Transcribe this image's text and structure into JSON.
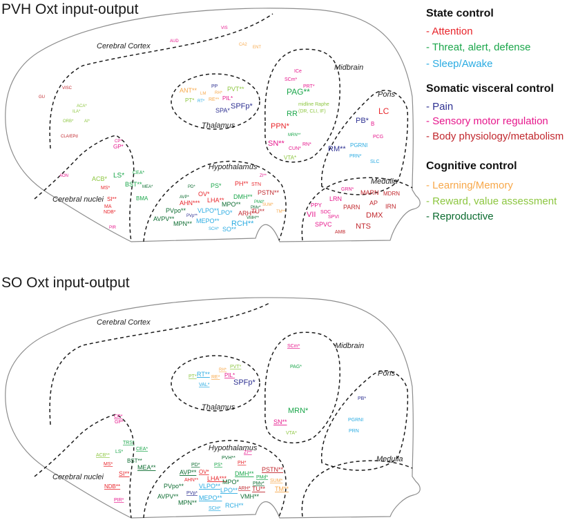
{
  "colors": {
    "attention": "#e8242a",
    "threat": "#1aa64a",
    "sleep": "#29abe2",
    "pain": "#2e3192",
    "sensory": "#e6178c",
    "body": "#c1272d",
    "learning": "#f7a84a",
    "reward": "#8cc63f",
    "reproductive": "#0b6b2f",
    "outline": "#8c8c8c",
    "dash": "#1a1a1a"
  },
  "panels": {
    "pvh": {
      "title": "PVH Oxt input-output"
    },
    "so": {
      "title": "SO Oxt input-output"
    }
  },
  "regions": {
    "cortex": "Cerebral Cortex",
    "midbrain": "Midbrain",
    "pons": "Pons",
    "thalamus": "Thalamus",
    "hypothalamus": "Hypothalamus",
    "medulla": "Medulla",
    "cerebral_nuclei": "Cerebral nuclei"
  },
  "legend": {
    "state_header": "State control",
    "attention": "- Attention",
    "threat": "- Threat, alert, defense",
    "sleep": "- Sleep/Awake",
    "somatic_header": "Somatic visceral control",
    "pain": "- Pain",
    "sensory": "- Sensory motor regulation",
    "body": "- Body physiology/metabolism",
    "cognitive_header": "Cognitive control",
    "learning": "- Learning/Memory",
    "reward": "- Reward, value assessment",
    "reproductive": "- Reproductive"
  },
  "pvh_labels": {
    "VIS": {
      "t": "VIS",
      "c": "sensory"
    },
    "AUD": {
      "t": "AUD",
      "c": "sensory"
    },
    "CA2": {
      "t": "CA2",
      "c": "learning"
    },
    "ENT": {
      "t": "ENT",
      "c": "learning"
    },
    "VISC": {
      "t": "VISC",
      "c": "body"
    },
    "GU": {
      "t": "GU",
      "c": "body"
    },
    "ACA": {
      "t": "ACA*",
      "c": "reward"
    },
    "ILA": {
      "t": "ILA*",
      "c": "reward"
    },
    "ORB": {
      "t": "ORB*",
      "c": "reward"
    },
    "AI": {
      "t": "AI*",
      "c": "reward"
    },
    "CLA": {
      "t": "CLA/EPd",
      "c": "body"
    },
    "ANT": {
      "t": "ANT**",
      "c": "learning"
    },
    "LM": {
      "t": "LM",
      "c": "learning"
    },
    "RH": {
      "t": "RH*",
      "c": "learning"
    },
    "PVT": {
      "t": "PVT**",
      "c": "reward"
    },
    "PP": {
      "t": "PP",
      "c": "pain"
    },
    "PT": {
      "t": "PT*",
      "c": "reward"
    },
    "RT": {
      "t": "RT*",
      "c": "sleep"
    },
    "RE": {
      "t": "RE**",
      "c": "learning"
    },
    "PIL": {
      "t": "PIL*",
      "c": "sensory"
    },
    "SPA": {
      "t": "SPA*",
      "c": "pain"
    },
    "SPFp": {
      "t": "SPFp*",
      "c": "pain"
    },
    "ICe": {
      "t": "ICe",
      "c": "sensory"
    },
    "SCm": {
      "t": "SCm*",
      "c": "sensory"
    },
    "PRT": {
      "t": "PRT*",
      "c": "sensory"
    },
    "PAG": {
      "t": "PAG**",
      "c": "threat"
    },
    "RR": {
      "t": "RR",
      "c": "threat"
    },
    "Raphe1": {
      "t": "midline Raphe",
      "c": "reward"
    },
    "Raphe2": {
      "t": "(DR, CLI, IF)",
      "c": "reward"
    },
    "PPN": {
      "t": "PPN*",
      "c": "attention"
    },
    "MRN": {
      "t": "MRN**",
      "c": "threat"
    },
    "SN": {
      "t": "SN**",
      "c": "sensory"
    },
    "RN": {
      "t": "RN*",
      "c": "sensory"
    },
    "CUN": {
      "t": "CUN*",
      "c": "sensory"
    },
    "VTA": {
      "t": "VTA*",
      "c": "reward"
    },
    "LC": {
      "t": "LC",
      "c": "attention"
    },
    "PB": {
      "t": "PB*",
      "c": "pain"
    },
    "B": {
      "t": "B",
      "c": "sensory"
    },
    "PCG": {
      "t": "PCG",
      "c": "sensory"
    },
    "RM": {
      "t": "RM**",
      "c": "pain"
    },
    "PGRNI": {
      "t": "PGRNI",
      "c": "sleep"
    },
    "PRN": {
      "t": "PRN*",
      "c": "sleep"
    },
    "SLC": {
      "t": "SLC",
      "c": "sleep"
    },
    "CP": {
      "t": "CP*",
      "c": "sensory"
    },
    "GP": {
      "t": "GP*",
      "c": "sensory"
    },
    "AON": {
      "t": "AON",
      "c": "sensory"
    },
    "ACB": {
      "t": "ACB*",
      "c": "reward"
    },
    "LS": {
      "t": "LS*",
      "c": "threat"
    },
    "CEA": {
      "t": "CEA*",
      "c": "threat"
    },
    "BST": {
      "t": "BST**",
      "c": "threat"
    },
    "MEA": {
      "t": "MEA*",
      "c": "reproductive"
    },
    "MS": {
      "t": "MS*",
      "c": "attention"
    },
    "SI": {
      "t": "SI**",
      "c": "attention"
    },
    "BMA": {
      "t": "BMA",
      "c": "threat"
    },
    "MA": {
      "t": "MA",
      "c": "attention"
    },
    "NDB": {
      "t": "NDB*",
      "c": "attention"
    },
    "PIR": {
      "t": "PIR",
      "c": "sensory"
    },
    "PD": {
      "t": "PD*",
      "c": "reproductive"
    },
    "PS": {
      "t": "PS*",
      "c": "threat"
    },
    "PH": {
      "t": "PH**",
      "c": "attention"
    },
    "STN": {
      "t": "STN",
      "c": "attention"
    },
    "ZI": {
      "t": "ZI**",
      "c": "sensory"
    },
    "AVP": {
      "t": "AVP*",
      "c": "reproductive"
    },
    "OV": {
      "t": "OV*",
      "c": "attention"
    },
    "AHN": {
      "t": "AHN***",
      "c": "attention"
    },
    "LHA": {
      "t": "LHA**",
      "c": "attention"
    },
    "DMH": {
      "t": "DMH**",
      "c": "threat"
    },
    "PSTN": {
      "t": "PSTN**",
      "c": "body"
    },
    "PMd": {
      "t": "PMd*",
      "c": "threat"
    },
    "MPO": {
      "t": "MPO**",
      "c": "reproductive"
    },
    "PMv": {
      "t": "PMv*",
      "c": "reproductive"
    },
    "SUM": {
      "t": "SUM*",
      "c": "learning"
    },
    "PVpo": {
      "t": "PVpo**",
      "c": "reproductive"
    },
    "VLPO": {
      "t": "VLPO**",
      "c": "sleep"
    },
    "LPO": {
      "t": "LPO*",
      "c": "sleep"
    },
    "ARH": {
      "t": "ARH**",
      "c": "body"
    },
    "TU": {
      "t": "TU**",
      "c": "body"
    },
    "TM": {
      "t": "TM**",
      "c": "learning"
    },
    "AVPV": {
      "t": "AVPV**",
      "c": "reproductive"
    },
    "PVp": {
      "t": "PVp**",
      "c": "pain"
    },
    "MPN": {
      "t": "MPN**",
      "c": "reproductive"
    },
    "MEPO": {
      "t": "MEPO**",
      "c": "sleep"
    },
    "VMH": {
      "t": "VMH**",
      "c": "reproductive"
    },
    "RCH": {
      "t": "RCH**",
      "c": "sleep"
    },
    "SCH": {
      "t": "SCH*",
      "c": "sleep"
    },
    "SO": {
      "t": "SO**",
      "c": "sleep"
    },
    "GRN": {
      "t": "GRN*",
      "c": "sensory"
    },
    "MARN": {
      "t": "MARN",
      "c": "body"
    },
    "MDRN": {
      "t": "MDRN",
      "c": "body"
    },
    "PPY": {
      "t": "PPY",
      "c": "sensory"
    },
    "LRN": {
      "t": "LRN",
      "c": "sensory"
    },
    "SOC": {
      "t": "SOC",
      "c": "sensory"
    },
    "PARN": {
      "t": "PARN",
      "c": "body"
    },
    "AP": {
      "t": "AP",
      "c": "body"
    },
    "IRN": {
      "t": "IRN",
      "c": "body"
    },
    "VII": {
      "t": "VII",
      "c": "sensory"
    },
    "SPVI": {
      "t": "SPVI",
      "c": "sensory"
    },
    "DMX": {
      "t": "DMX",
      "c": "body"
    },
    "SPVC": {
      "t": "SPVC",
      "c": "sensory"
    },
    "NTS": {
      "t": "NTS",
      "c": "body"
    },
    "AMB": {
      "t": "AMB",
      "c": "body"
    }
  },
  "so_labels": {
    "PVT": {
      "t": "PVT*",
      "c": "reward"
    },
    "RH": {
      "t": "RH*",
      "c": "learning"
    },
    "PT": {
      "t": "PT*",
      "c": "reward"
    },
    "RT": {
      "t": "RT**",
      "c": "sleep"
    },
    "RE": {
      "t": "RE*",
      "c": "learning"
    },
    "PIL": {
      "t": "PIL*",
      "c": "sensory"
    },
    "VAL": {
      "t": "VAL*",
      "c": "sleep"
    },
    "SPFp": {
      "t": "SPFp*",
      "c": "pain"
    },
    "SCm": {
      "t": "SCm*",
      "c": "sensory"
    },
    "PAG": {
      "t": "PAG*",
      "c": "threat"
    },
    "MRN": {
      "t": "MRN*",
      "c": "threat"
    },
    "SN": {
      "t": "SN**",
      "c": "sensory"
    },
    "VTA": {
      "t": "VTA*",
      "c": "reward"
    },
    "PB": {
      "t": "PB*",
      "c": "pain"
    },
    "PGRNI": {
      "t": "PGRNI",
      "c": "sleep"
    },
    "PRN": {
      "t": "PRN",
      "c": "sleep"
    },
    "CP": {
      "t": "CP*",
      "c": "sensory"
    },
    "GP": {
      "t": "GP*",
      "c": "sensory"
    },
    "TRS": {
      "t": "TRS*",
      "c": "threat"
    },
    "ACB": {
      "t": "ACB**",
      "c": "reward"
    },
    "LS": {
      "t": "LS*",
      "c": "threat"
    },
    "CEA": {
      "t": "CEA*",
      "c": "threat"
    },
    "BST": {
      "t": "BST**",
      "c": "reproductive"
    },
    "MS": {
      "t": "MS*",
      "c": "attention"
    },
    "MEA": {
      "t": "MEA**",
      "c": "reproductive"
    },
    "SI": {
      "t": "SI**",
      "c": "attention"
    },
    "NDB": {
      "t": "NDB**",
      "c": "attention"
    },
    "PIR": {
      "t": "PIR*",
      "c": "sensory"
    },
    "PVH": {
      "t": "PVH**",
      "c": "reproductive"
    },
    "ZI": {
      "t": "ZI**",
      "c": "sensory"
    },
    "PD": {
      "t": "PD*",
      "c": "reproductive"
    },
    "PS": {
      "t": "PS*",
      "c": "threat"
    },
    "PH": {
      "t": "PH*",
      "c": "attention"
    },
    "AVP": {
      "t": "AVP**",
      "c": "reproductive"
    },
    "OV": {
      "t": "OV*",
      "c": "attention"
    },
    "DMH": {
      "t": "DMH**",
      "c": "threat"
    },
    "PSTN": {
      "t": "PSTN**",
      "c": "body"
    },
    "AHN": {
      "t": "AHN**",
      "c": "attention"
    },
    "LHA": {
      "t": "LHA***",
      "c": "attention"
    },
    "PMd": {
      "t": "PMd*",
      "c": "threat"
    },
    "MPO": {
      "t": "MPO*",
      "c": "reproductive"
    },
    "SUM": {
      "t": "SUM*",
      "c": "learning"
    },
    "PMv": {
      "t": "PMv*",
      "c": "reproductive"
    },
    "ARH": {
      "t": "ARH*",
      "c": "body"
    },
    "TU": {
      "t": "TU**",
      "c": "body"
    },
    "TM": {
      "t": "TM**",
      "c": "learning"
    },
    "PVpo": {
      "t": "PVpo**",
      "c": "reproductive"
    },
    "VLPO": {
      "t": "VLPO**",
      "c": "sleep"
    },
    "LPO": {
      "t": "LPO**",
      "c": "sleep"
    },
    "PVp": {
      "t": "PVp*",
      "c": "pain"
    },
    "AVPV": {
      "t": "AVPV**",
      "c": "reproductive"
    },
    "MEPO": {
      "t": "MEPO**",
      "c": "sleep"
    },
    "VMH": {
      "t": "VMH**",
      "c": "reproductive"
    },
    "MPN": {
      "t": "MPN**",
      "c": "reproductive"
    },
    "SCH": {
      "t": "SCH*",
      "c": "sleep"
    },
    "RCH": {
      "t": "RCH**",
      "c": "sleep"
    }
  }
}
